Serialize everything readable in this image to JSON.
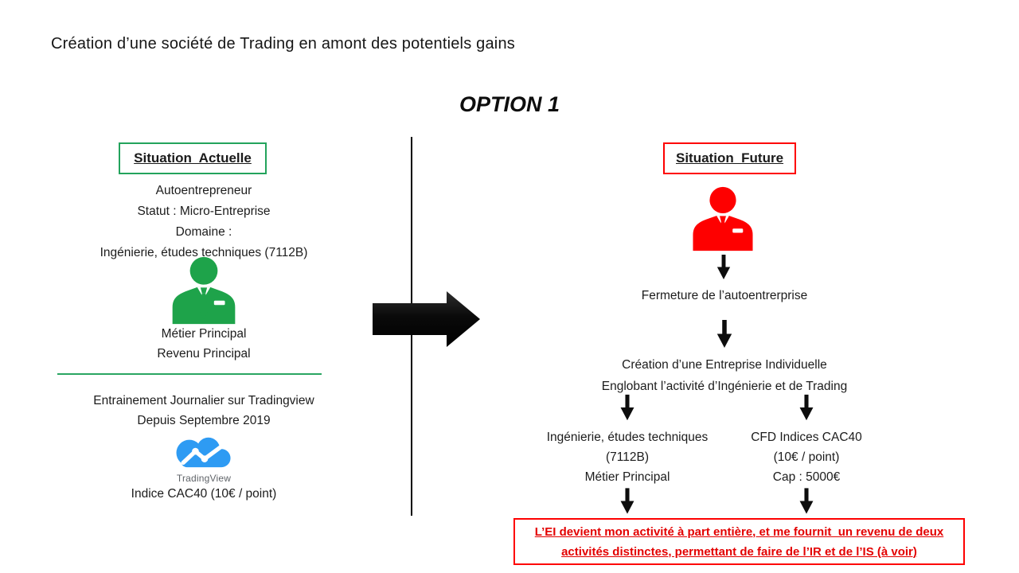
{
  "title": "Création d’une société de Trading en amont des potentiels gains",
  "option_heading": "OPTION 1",
  "colors": {
    "green": "#23a35c",
    "icon_green": "#1ea34a",
    "red": "#fe0000",
    "red_text": "#e30000",
    "tv_blue": "#2e9bf3",
    "arrow_black": "#0d0d0d"
  },
  "left": {
    "header": "Situation  Actuelle",
    "info_lines": [
      "Autoentrepreneur",
      "Statut : Micro-Entreprise",
      "Domaine :",
      "Ingénierie, études techniques (7112B)"
    ],
    "role_lines": [
      "Métier Principal",
      "Revenu Principal"
    ],
    "training_lines": [
      "Entrainement Journalier sur Tradingview",
      "Depuis Septembre 2019"
    ],
    "logo_label": "TradingView",
    "index_line": "Indice CAC40 (10€ / point)"
  },
  "right": {
    "header": "Situation  Future",
    "step1": "Fermeture de l’autoentrerprise",
    "step2_lines": [
      "Création d’une Entreprise Individuelle",
      "Englobant l’activité d’Ingénierie et de Trading"
    ],
    "branch_left_lines": [
      "Ingénierie, études techniques",
      "(7112B)",
      "Métier Principal"
    ],
    "branch_right_lines": [
      "CFD Indices CAC40",
      "(10€ / point)",
      "Cap : 5000€"
    ],
    "conclusion_lines": [
      "L’EI devient mon activité à part entière, et me fournit  un revenu de deux",
      "activités distinctes, permettant de faire de l’IR et de l’IS (à voir)"
    ]
  }
}
